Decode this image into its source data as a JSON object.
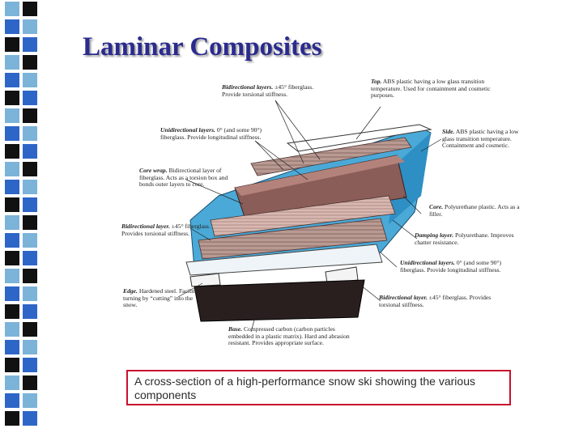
{
  "title": "Laminar Composites",
  "caption": "A cross-section of a high-performance snow ski showing the various components",
  "colors": {
    "title": "#2b2b8e",
    "strip_light": "#7cb3d8",
    "strip_blue": "#2e66c8",
    "strip_dark": "#111111",
    "caption_border": "#c8102e"
  },
  "labels": {
    "bidir_top": {
      "name": "Bidirectional layers.",
      "text": " ±45° fiberglass. Provide torsional stiffness."
    },
    "top": {
      "name": "Top.",
      "text": " ABS plastic having a low glass transition temperature. Used for containment and cosmetic purposes."
    },
    "unidir_top": {
      "name": "Unidirectional layers.",
      "text": " 0° (and some 90°) fiberglass. Provide longitudinal stiffness."
    },
    "side": {
      "name": "Side.",
      "text": " ABS plastic having a low glass transition temperature. Containment and cosmetic."
    },
    "core_wrap": {
      "name": "Core wrap.",
      "text": " Bidirectional layer of fiberglass. Acts as a torsion box and bonds outer layers to core."
    },
    "core": {
      "name": "Core.",
      "text": " Polyurethane plastic. Acts as a filler."
    },
    "bidir_mid": {
      "name": "Bidirectional layer.",
      "text": " ±45° fiberglass. Provides torsional stiffness."
    },
    "damping": {
      "name": "Damping layer.",
      "text": " Polyurethane. Improves chatter resistance."
    },
    "unidir_bot": {
      "name": "Unidirectional layers.",
      "text": " 0° (and some 90°) fiberglass. Provide longitudinal stiffness."
    },
    "edge": {
      "name": "Edge.",
      "text": " Hardened steel. Facilitates turning by “cutting” into the snow."
    },
    "bidir_bot": {
      "name": "Bidirectional layer.",
      "text": " ±45° fiberglass. Provides torsional stiffness."
    },
    "base": {
      "name": "Base.",
      "text": " Compressed carbon (carbon particles embedded in a plastic matrix). Hard and abrasion resistant. Provides appropriate surface."
    }
  }
}
